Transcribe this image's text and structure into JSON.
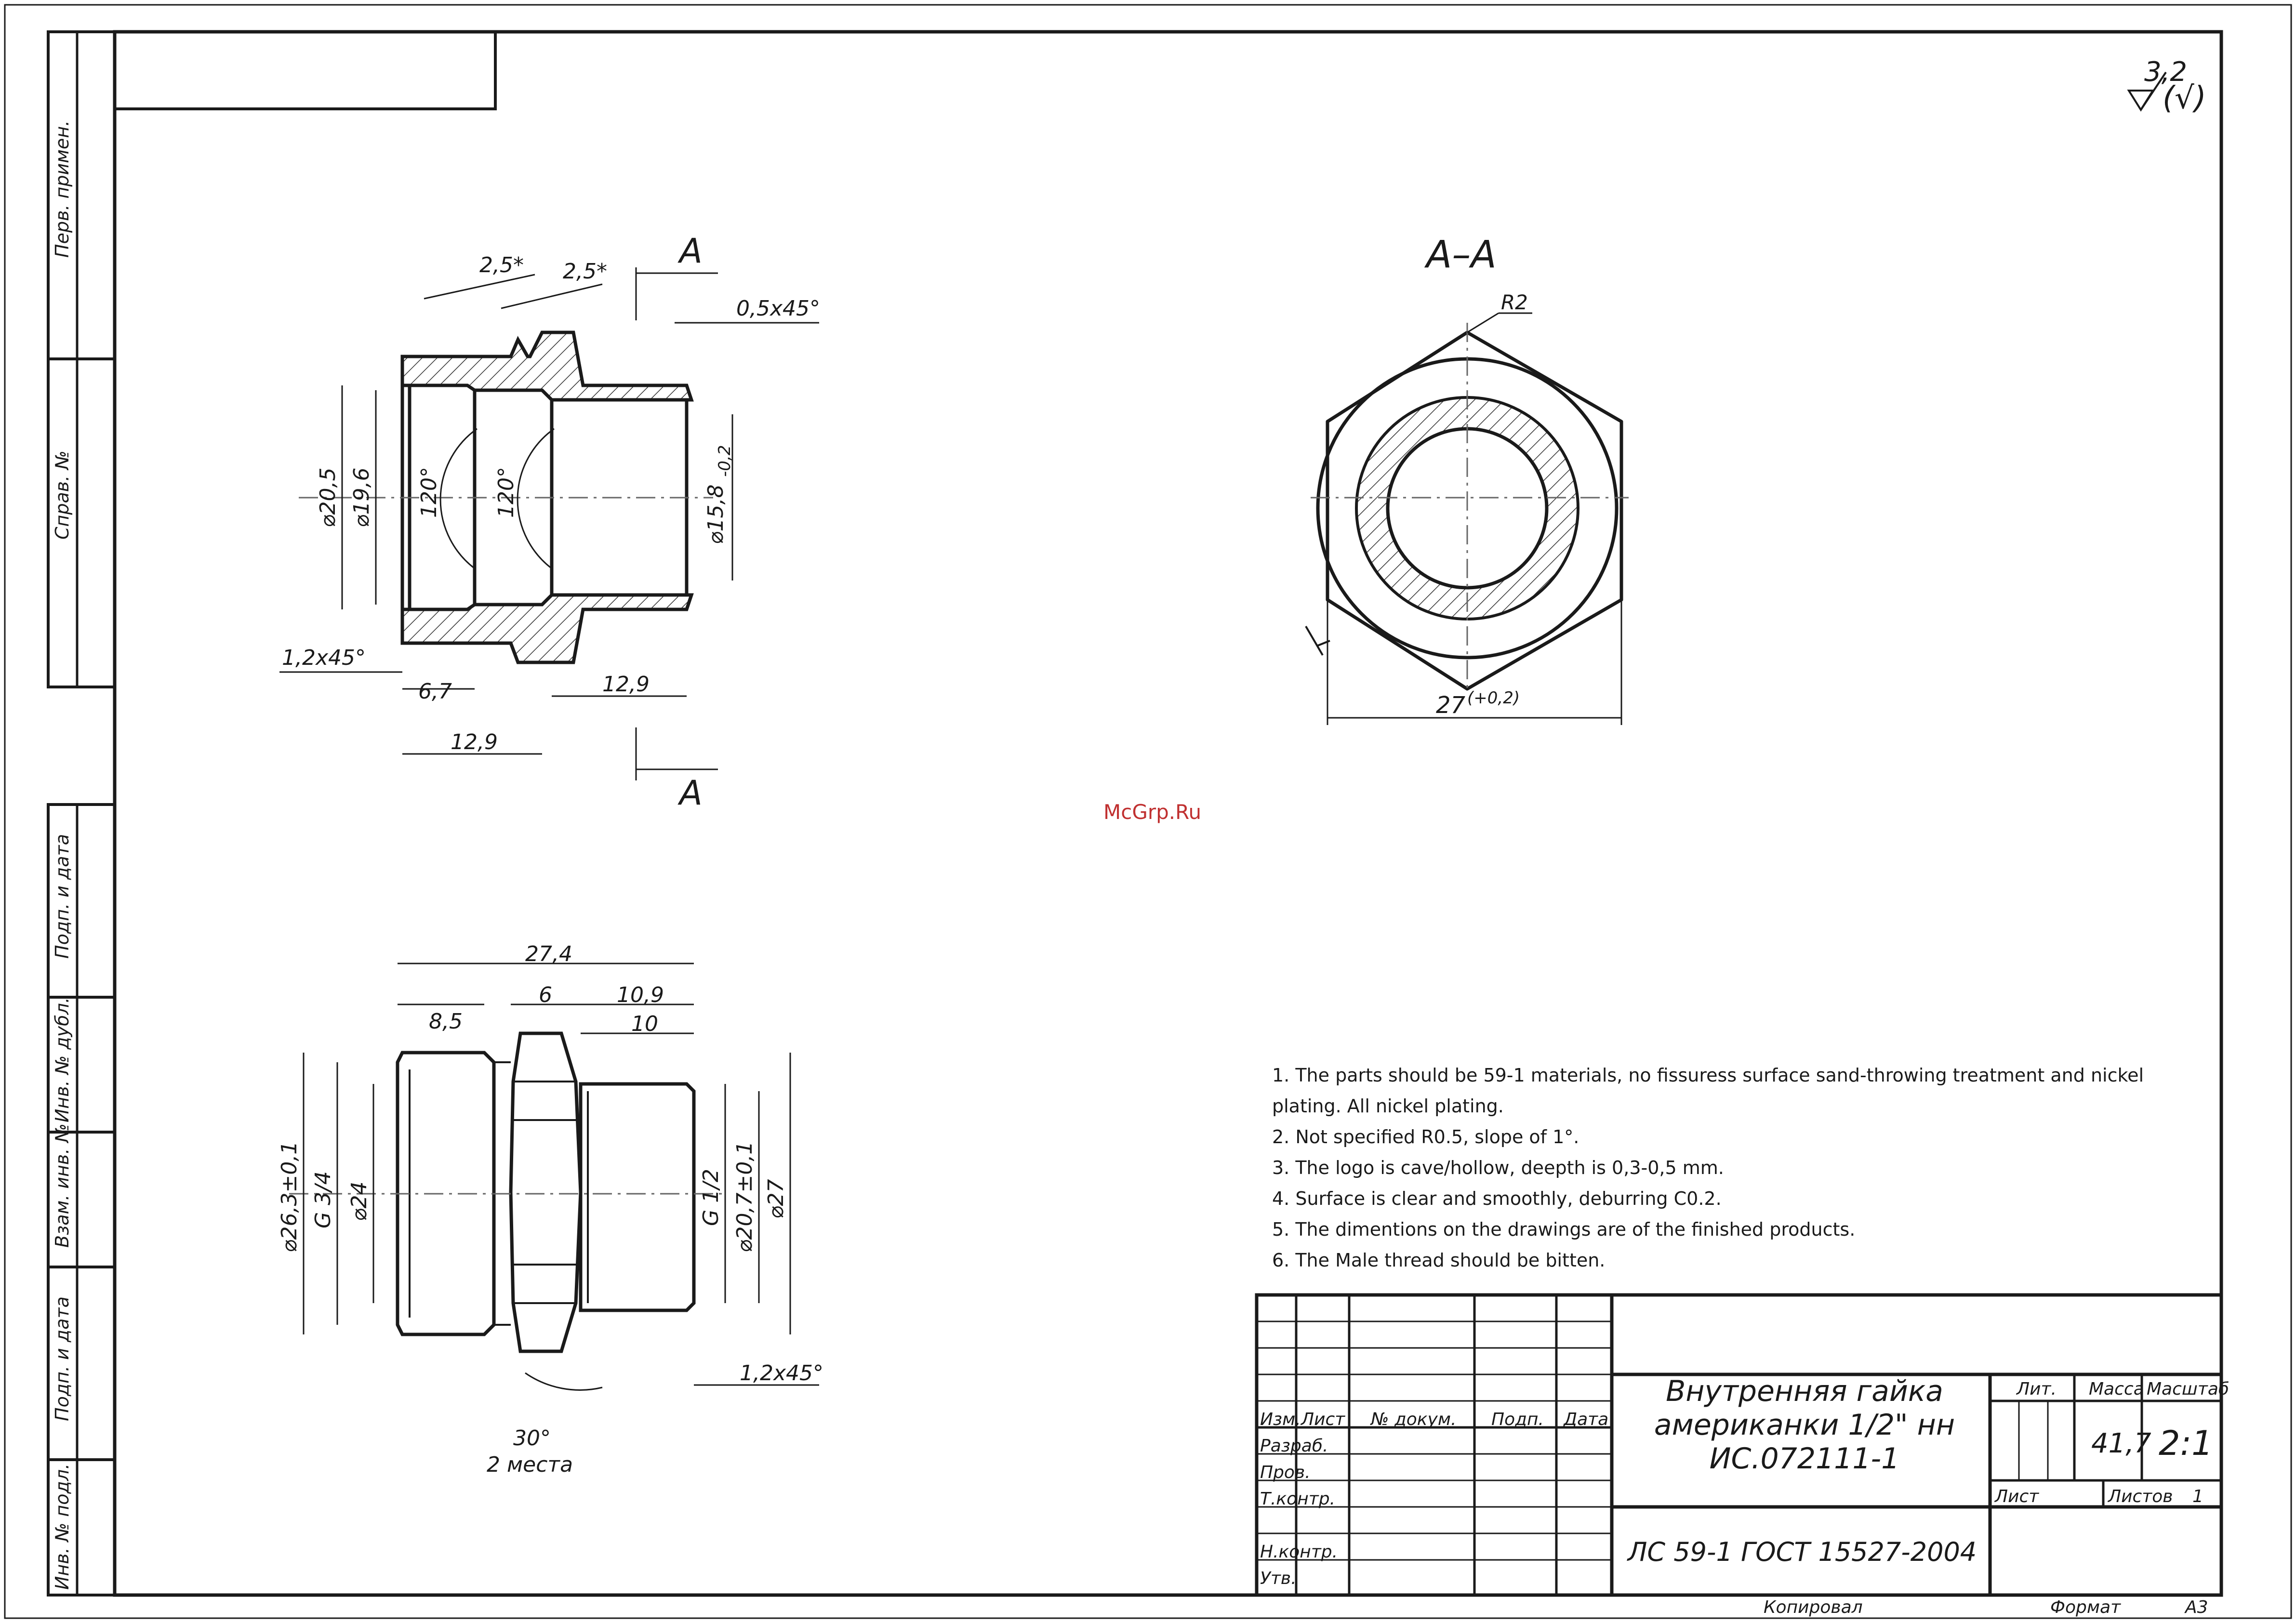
{
  "roughness": {
    "value": "3,2"
  },
  "section": {
    "name": "A–A",
    "marker": "A",
    "radius": "R2",
    "flat": "27",
    "flat_tol": "(+0,2)"
  },
  "top_view_dims": {
    "groove1": "2,5*",
    "groove2": "2,5*",
    "chamfer_right": "0,5x45°",
    "d_outer": "⌀20,5",
    "d_inner": "⌀19,6",
    "angle1": "120°",
    "angle2": "120°",
    "d_bore": "⌀15,8",
    "d_bore_tol": "-0,2",
    "chamfer_left": "1,2x45°",
    "len_67": "6,7",
    "len_129a": "12,9",
    "len_129b": "12,9"
  },
  "bottom_view_dims": {
    "total": "27,4",
    "hex": "6",
    "thread_len_a": "10,9",
    "thread_len_b": "10",
    "left_len": "8,5",
    "d_263": "⌀26,3±0,1",
    "g34": "G 3/4",
    "d_24": "⌀24",
    "g12": "G 1/2",
    "d_207": "⌀20,7±0,1",
    "d_27": "⌀27",
    "chamfer": "1,2x45°",
    "angle": "30°",
    "places": "2 места"
  },
  "watermark": "McGrp.Ru",
  "notes": [
    "1. The parts should be 59-1 materials, no fissuress surface sand-throwing treatment and nickel plating. All nickel plating.",
    "2. Not specified R0.5, slope of 1°.",
    "3. The logo is cave/hollow, deepth is 0,3-0,5 mm.",
    "4. Surface is clear and smoothly, deburring C0.2.",
    "5. The dimentions on the drawings are of the finished products.",
    "6. The Male thread should be bitten."
  ],
  "side_strip": {
    "perv": "Перв. примен.",
    "sprav": "Справ. №",
    "podp1": "Подп. и дата",
    "inv_dubl": "Инв. № дубл.",
    "vzam": "Взам. инв. №",
    "podp2": "Подп. и дата",
    "inv_podl": "Инв. № подл."
  },
  "title_block": {
    "izm": "Изм.",
    "list": "Лист",
    "dokum": "№ докум.",
    "podp": "Подп.",
    "data": "Дата",
    "razrab": "Разраб.",
    "prov": "Пров.",
    "tkontr": "Т.контр.",
    "nkontr": "Н.контр.",
    "utv": "Утв.",
    "title1": "Внутренняя гайка",
    "title2": "американки 1/2\" нн",
    "title3": "ИС.072111-1",
    "material": "ЛС 59-1 ГОСТ 15527-2004",
    "lit": "Лит.",
    "massa": "Масса",
    "masshtab": "Масштаб",
    "mass_val": "41,7",
    "scale_val": "2:1",
    "list2": "Лист",
    "listov": "Листов",
    "listov_val": "1",
    "kopiroval": "Копировал",
    "format": "Формат",
    "format_val": "A3"
  }
}
